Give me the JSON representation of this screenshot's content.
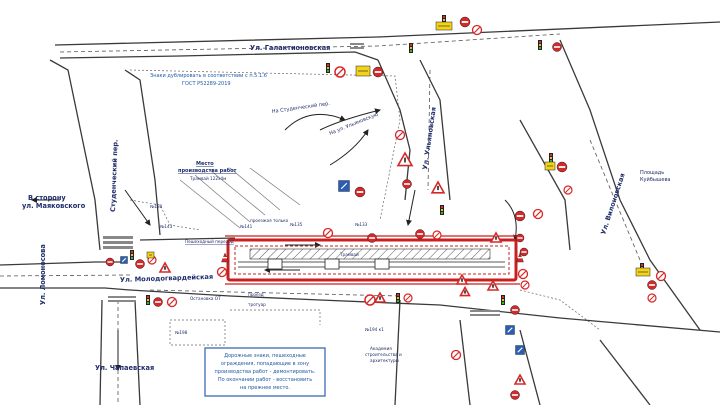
{
  "streets": {
    "galaktionovskaya": "Ул. Галактионовская",
    "ulyanovskaya": "Ул. Ульяновская",
    "vilonovskaya": "Ул. Вилоновская",
    "molodogvardeyskaya": "Ул. Молодогвардейская",
    "lomonosova": "Ул. Ломоносова",
    "chapaevskaya": "Ул. Чапаевская",
    "studencheskiy": "Студенческий пер.",
    "to_studencheskiy": "На Студенческий пер.",
    "to_ulyanovskaya": "На ул. Ульяновскую"
  },
  "places": {
    "square_title": "Площадь",
    "square_name": "Куйбышева",
    "towards_line1": "В сторону",
    "towards_line2": "ул. Маяковского",
    "work_site_line1": "Место",
    "work_site_line2": "производства работ",
    "tram_track": "Трамвай 122х4м",
    "academy_line1": "Академия",
    "academy_line2": "строительства и",
    "academy_line3": "архитектуры"
  },
  "buildings": {
    "b130": "№130",
    "b143": "№143",
    "b141": "№141",
    "b135": "№135",
    "b133": "№133",
    "b198": "№198",
    "b194": "№194 к1"
  },
  "annotations": {
    "duplicate_line1": "Знаки дублировать в соответствии с п.5.1.6",
    "duplicate_line2": "ГОСТ Р52289-2019",
    "traffic_only": "проезжая только",
    "pedestrian_crossing": "Пешеходный переход",
    "stop": "Остановка ОТ",
    "passage": "проезд",
    "walkway": "тротуар",
    "tram_label": "Трамвай"
  },
  "note": {
    "line1": "Дорожные знаки, пешеходные",
    "line2": "ограждения, попадающие в зону",
    "line3": "производства работ - демонтировать.",
    "line4": "По окончании работ - восстановить",
    "line5": "на прежнее место."
  },
  "colors": {
    "road": "#3a3a3a",
    "sign_red": "#d62828",
    "sign_yellow": "#f2d21b",
    "sign_blue": "#2b5db3",
    "work_zone": "#c82020",
    "note_border": "#2b5db3"
  }
}
